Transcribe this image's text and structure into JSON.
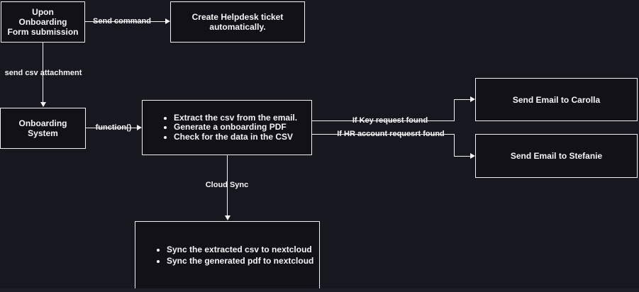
{
  "canvas": {
    "background_color": "#17171f",
    "node_fill_color": "#111117",
    "stroke_color": "#f2f2f2",
    "text_color": "#f5f5f5",
    "scrollbar_color": "#1d1d27"
  },
  "nodes": {
    "upon_onboarding": {
      "label": "Upon Onboarding Form submission"
    },
    "helpdesk": {
      "label": "Create Helpdesk ticket automatically."
    },
    "onboarding_system": {
      "label": "Onboarding System"
    },
    "process": {
      "items": [
        "Extract the csv from the email.",
        "Generate a onboarding PDF",
        "Check for the data in the CSV"
      ]
    },
    "email_carolla": {
      "label": "Send Email to Carolla"
    },
    "email_stefanie": {
      "label": "Send Email to Stefanie"
    },
    "cloud_sync": {
      "items": [
        "Sync the extracted csv to nextcloud",
        "Sync the generated pdf to nextcloud"
      ]
    }
  },
  "edges": {
    "send_command": {
      "label": "Send command"
    },
    "send_csv_attachment": {
      "label": "send csv attachment"
    },
    "function_call": {
      "label": "function()"
    },
    "if_key_request": {
      "label": "If Key request found"
    },
    "if_hr_account_request": {
      "label": "If HR account requesrt found"
    },
    "cloud_sync": {
      "label": "Cloud Sync"
    }
  }
}
